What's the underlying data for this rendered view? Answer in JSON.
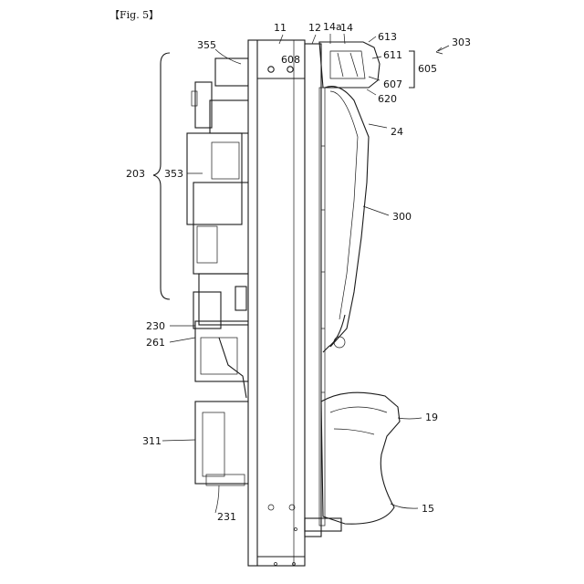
{
  "figure": {
    "caption": "【Fig. 5】",
    "labels": {
      "r11": "11",
      "r12": "12",
      "r14a": "14a",
      "r14": "14",
      "r613": "613",
      "r303": "303",
      "r355": "355",
      "r608": "608",
      "r611": "611",
      "r605": "605",
      "r607": "607",
      "r620": "620",
      "r24": "24",
      "r203": "203",
      "r353": "353",
      "r300": "300",
      "r230": "230",
      "r261": "261",
      "r19": "19",
      "r311": "311",
      "r231": "231",
      "r15": "15"
    }
  },
  "colors": {
    "line": "#1a1a1a",
    "background": "#ffffff"
  }
}
